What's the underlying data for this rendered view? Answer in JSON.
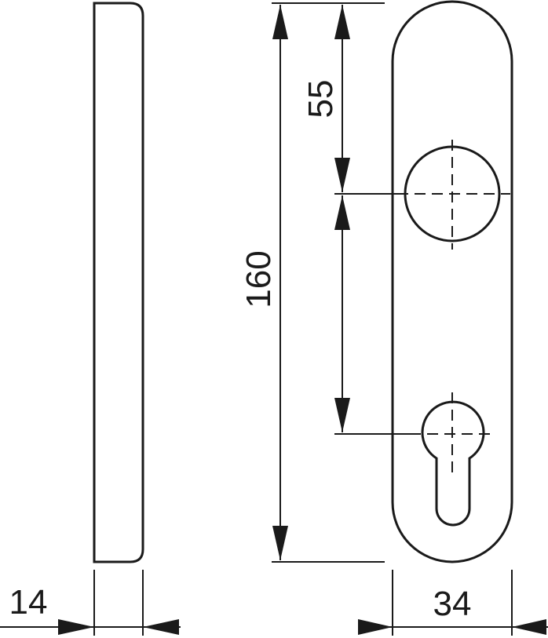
{
  "drawing": {
    "units_visible": false,
    "dimensions": {
      "height": "160",
      "top_to_spindle": "55",
      "thickness": "14",
      "width": "34"
    },
    "colors": {
      "line": "#1a1a1a",
      "background": "#ffffff"
    }
  }
}
